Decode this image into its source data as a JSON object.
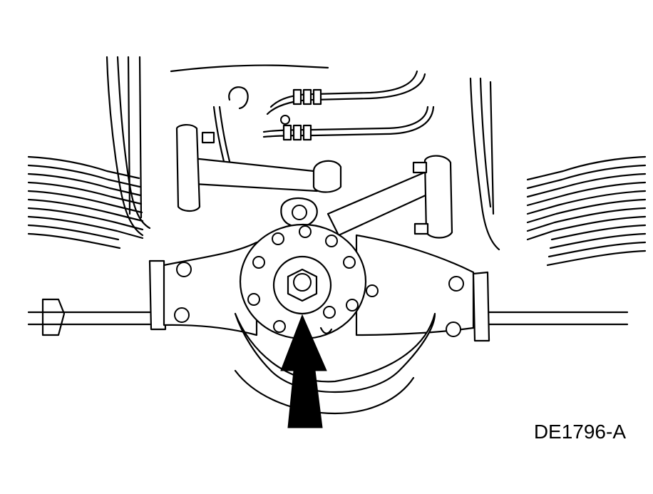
{
  "figure": {
    "id_label": "DE1796-A"
  },
  "parts": [
    "left-spring",
    "right-spring",
    "axle-housing",
    "pinion-flange",
    "pinion-nut",
    "upper-control-arm-left",
    "upper-control-arm-right",
    "brake-lines"
  ],
  "indicator": {
    "type": "arrow",
    "color": "#000000",
    "points_to": "pinion-nut"
  }
}
